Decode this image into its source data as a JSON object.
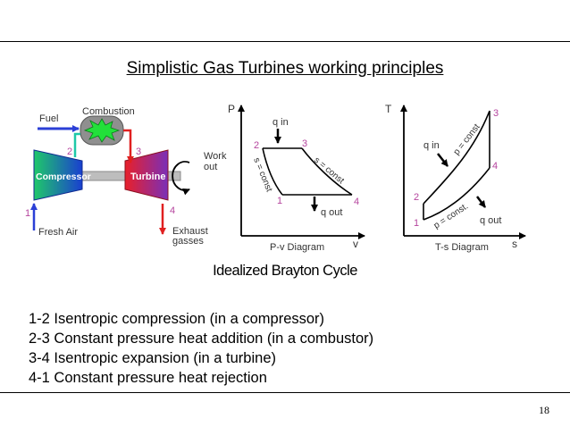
{
  "slide": {
    "title": "Simplistic Gas Turbines working principles ",
    "caption": "Idealized Brayton Cycle",
    "page_number": "18",
    "steps": [
      "1-2 Isentropic compression (in a compressor)",
      "2-3 Constant pressure heat addition (in a combustor)",
      "3-4 Isentropic expansion (in a turbine)",
      "4-1 Constant pressure heat rejection"
    ]
  },
  "schematic": {
    "fuel": "Fuel",
    "combustion": "Combustion",
    "compressor": "Compressor",
    "turbine": "Turbine",
    "work_line1": "Work",
    "work_line2": "out",
    "exhaust_line1": "Exhaust",
    "exhaust_line2": "gasses",
    "fresh_air": "Fresh Air",
    "state_1": "1",
    "state_2": "2",
    "state_3": "3",
    "state_4": "4"
  },
  "pv_diagram": {
    "y_axis": "P",
    "x_axis": "v",
    "name": "P-v Diagram",
    "q_in": "q in",
    "q_out": "q out",
    "label_s_left": "s = const",
    "label_s_right": "s = const",
    "state_1": "1",
    "state_2": "2",
    "state_3": "3",
    "state_4": "4"
  },
  "ts_diagram": {
    "y_axis": "T",
    "x_axis": "s",
    "name": "T-s Diagram",
    "q_in": "q in",
    "q_out": "q out",
    "label_p_upper": "p = const",
    "label_p_lower": "p = const.",
    "state_1": "1",
    "state_2": "2",
    "state_3": "3",
    "state_4": "4"
  },
  "colors": {
    "state_labels": "#b5459e",
    "fuel_arrow": "#2b3fd6",
    "hot_arrow": "#e02020",
    "combustion_burst": "#22e03a",
    "compressor_blue": "#1a3fd0",
    "compressor_green": "#1fc86a",
    "turbine_red": "#e8202a",
    "turbine_purple": "#7a2fb8"
  }
}
